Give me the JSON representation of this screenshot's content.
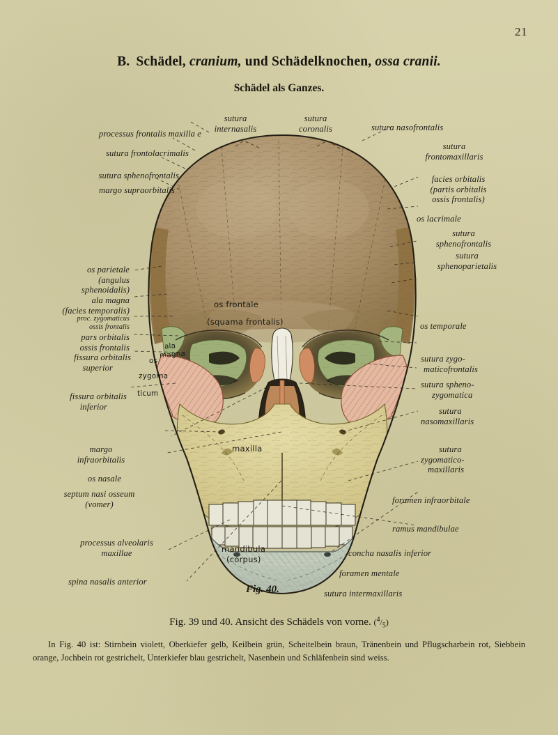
{
  "page": {
    "number": "21",
    "background_color": "#e9e6cf",
    "ink_color": "#201f17"
  },
  "headings": {
    "section_prefix": "B.",
    "line1_part1": "Schädel,",
    "line1_italic1": "cranium,",
    "line1_part2": "und Schädelknochen,",
    "line1_italic2": "ossa cranii.",
    "line2": "Schädel als Ganzes."
  },
  "figure": {
    "number_label": "Fig. 40.",
    "inner_labels": [
      {
        "name": "os-frontale",
        "text": "os frontale"
      },
      {
        "name": "squama-frontalis",
        "text": "(squama frontalis)"
      },
      {
        "name": "ala-magna-1",
        "text": "ala"
      },
      {
        "name": "ala-magna-2",
        "text": "magna"
      },
      {
        "name": "os-zygomaticum-1",
        "text": "os"
      },
      {
        "name": "os-zygomaticum-2",
        "text": "zygoma"
      },
      {
        "name": "os-zygomaticum-3",
        "text": "ticum"
      },
      {
        "name": "maxilla",
        "text": "maxilla"
      },
      {
        "name": "mandibula",
        "text": "mandibula"
      },
      {
        "name": "mandibula-corpus",
        "text": "(corpus)"
      }
    ]
  },
  "labels_top": [
    {
      "name": "sutura-internasalis",
      "lines": [
        "sutura",
        "internasalis"
      ]
    },
    {
      "name": "sutura-coronalis",
      "lines": [
        "sutura",
        "coronalis"
      ]
    },
    {
      "name": "sutura-nasofrontalis",
      "lines": [
        "sutura nasofrontalis"
      ]
    }
  ],
  "labels_left": [
    {
      "name": "processus-frontalis-maxillae",
      "lines": [
        "processus frontalis maxilla e"
      ]
    },
    {
      "name": "sutura-frontolacrimalis",
      "lines": [
        "sutura frontolacrimalis"
      ]
    },
    {
      "name": "sutura-sphenofrontalis",
      "lines": [
        "sutura sphenofrontalis"
      ]
    },
    {
      "name": "margo-supraorbitalis",
      "lines": [
        "margo supraorbitalis"
      ]
    },
    {
      "name": "os-parietale",
      "lines": [
        "os parietale"
      ],
      "sub": [
        "(angulus",
        "sphenoidalis)"
      ]
    },
    {
      "name": "ala-magna",
      "lines": [
        "ala magna"
      ],
      "sub": [
        "(facies temporalis)"
      ]
    },
    {
      "name": "proc-zygomaticus-ossis-frontalis",
      "sub": [
        "proc. zygomaticus",
        "ossis frontalis"
      ]
    },
    {
      "name": "pars-orbitalis-ossis-frontalis",
      "lines": [
        "pars orbitalis",
        "ossis frontalis"
      ]
    },
    {
      "name": "fissura-orbitalis-superior",
      "lines": [
        "fissura orbitalis",
        "superior"
      ]
    },
    {
      "name": "fissura-orbitalis-inferior",
      "lines": [
        "fissura orbitalis",
        "inferior"
      ]
    },
    {
      "name": "margo-infraorbitalis",
      "lines": [
        "margo",
        "infraorbitalis"
      ]
    },
    {
      "name": "os-nasale",
      "lines": [
        "os nasale"
      ]
    },
    {
      "name": "septum-nasi-osseum",
      "lines": [
        "septum nasi osseum",
        "(vomer)"
      ]
    },
    {
      "name": "processus-alveolaris-maxillae",
      "lines": [
        "processus alveolaris",
        "maxillae"
      ]
    },
    {
      "name": "spina-nasalis-anterior",
      "lines": [
        "spina nasalis anterior"
      ]
    }
  ],
  "labels_right": [
    {
      "name": "sutura-frontomaxillaris",
      "lines": [
        "sutura",
        "frontomaxillaris"
      ]
    },
    {
      "name": "facies-orbitalis",
      "lines": [
        "facies orbitalis"
      ],
      "sub": [
        "(partis orbitalis",
        "ossis frontalis)"
      ]
    },
    {
      "name": "os-lacrimale",
      "lines": [
        "os lacrimale"
      ]
    },
    {
      "name": "sutura-sphenofrontalis-right",
      "lines": [
        "sutura",
        "sphenofrontalis"
      ]
    },
    {
      "name": "sutura-sphenoparietalis",
      "lines": [
        "sutura",
        "sphenoparietalis"
      ]
    },
    {
      "name": "os-temporale",
      "lines": [
        "os temporale"
      ]
    },
    {
      "name": "sutura-zygomaticofrontalis",
      "lines": [
        "sutura zygo-",
        "maticofrontalis"
      ]
    },
    {
      "name": "sutura-sphenozygomatica",
      "lines": [
        "sutura spheno-",
        "zygomatica"
      ]
    },
    {
      "name": "sutura-nasomaxillaris",
      "lines": [
        "sutura",
        "nasomaxillaris"
      ]
    },
    {
      "name": "sutura-zygomaticomaxillaris",
      "lines": [
        "sutura",
        "zygomatico-",
        "maxillaris"
      ]
    },
    {
      "name": "foramen-infraorbitale",
      "lines": [
        "foramen infraorbitale"
      ]
    },
    {
      "name": "ramus-mandibulae",
      "lines": [
        "ramus mandibulae"
      ]
    },
    {
      "name": "concha-nasalis-inferior",
      "lines": [
        "concha nasalis inferior"
      ]
    },
    {
      "name": "foramen-mentale",
      "lines": [
        "foramen mentale"
      ]
    },
    {
      "name": "sutura-intermaxillaris",
      "lines": [
        "sutura intermaxillaris"
      ]
    }
  ],
  "caption": {
    "main": "Fig. 39 und 40.   Ansicht des Schädels von vorne.",
    "scale_numerator": "4",
    "scale_denominator": "5",
    "body": "In Fig. 40 ist: Stirnbein violett, Oberkiefer gelb, Keilbein grün, Scheitelbein braun, Tränenbein und Pflugscharbein rot, Siebbein orange, Jochbein rot gestrichelt, Unterkiefer blau gestrichelt, Nasenbein und Schläfenbein sind weiss."
  },
  "colors": {
    "frontal_bone": "#ab9470",
    "parietal_bone": "#9c7f4e",
    "sphenoid_bone": "#a8b77e",
    "zygomatic_bone": "#e0b49c",
    "maxilla_bone": "#ded39a",
    "mandible_bone": "#bcc6b4",
    "nasal_bone": "#efece0",
    "lacrimal_vomer": "#cf8c6a",
    "ethmoid_bone": "#d89a63",
    "teeth": "#e9e7d8",
    "outline": "#241f15"
  }
}
